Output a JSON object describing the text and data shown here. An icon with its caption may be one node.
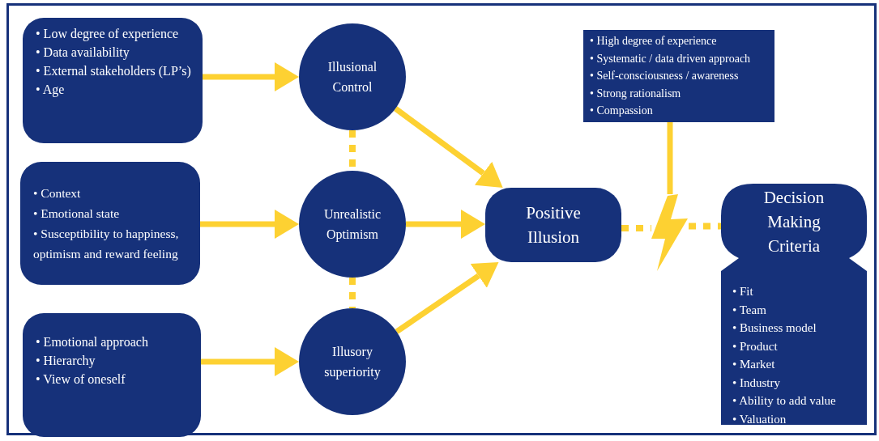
{
  "diagram": {
    "nodes": [
      {
        "text": [
          "• Low degree of experience",
          "• Data availability",
          "• External stakeholders (LP’s)",
          "• Age"
        ]
      },
      {
        "text": [
          "• Context",
          "• Emotional state",
          "• Susceptibility to happiness, optimism and reward feeling"
        ]
      },
      {
        "text": [
          "• Emotional approach",
          "• Hierarchy",
          "• View of oneself"
        ]
      },
      {
        "text": [
          "Illusional Control"
        ]
      },
      {
        "text": [
          "Unrealistic Optimism"
        ]
      },
      {
        "text": [
          "Illusory superiority"
        ]
      },
      {
        "text": [
          "Positive Illusion"
        ]
      },
      {
        "text": [
          "• High degree of experience",
          "• Systematic / data driven approach",
          "• Self-consciousness / awareness",
          "• Strong rationalism",
          "• Compassion"
        ]
      },
      {
        "text": [
          "Decision Making Criteria",
          "• Fit",
          "• Team",
          "• Business model",
          "• Product",
          "• Market",
          "• Industry",
          "• Ability to add value",
          "• Valuation"
        ]
      },
      {
        "text": [],
        "shape": "lightning"
      }
    ],
    "edges": [
      {
        "from": 0,
        "to": 3,
        "arrow": "to"
      },
      {
        "from": 1,
        "to": 4,
        "arrow": "to"
      },
      {
        "from": 2,
        "to": 5,
        "arrow": "to"
      },
      {
        "from": 3,
        "to": 6,
        "arrow": "to"
      },
      {
        "from": 4,
        "to": 6,
        "arrow": "to"
      },
      {
        "from": 5,
        "to": 6,
        "arrow": "to"
      },
      {
        "from": 3,
        "to": 4,
        "arrow": "none",
        "style": "dashed"
      },
      {
        "from": 4,
        "to": 5,
        "arrow": "none",
        "style": "dashed"
      },
      {
        "from": 6,
        "to": 9,
        "arrow": "none",
        "style": "dashed"
      },
      {
        "from": 9,
        "to": 8,
        "arrow": "none",
        "style": "dashed"
      },
      {
        "from": 7,
        "to": 9,
        "arrow": "none"
      }
    ]
  }
}
